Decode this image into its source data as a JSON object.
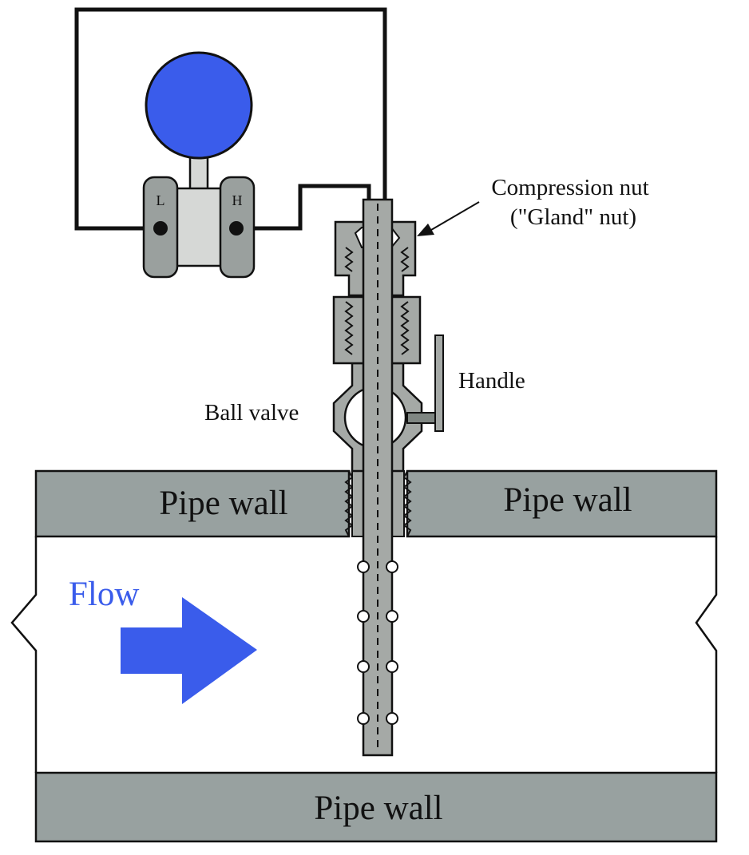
{
  "colors": {
    "wall": "#98A1A0",
    "probe": "#A5A9A6",
    "transmitter": "#9AA09E",
    "transmitter_body": "#D6D8D6",
    "diaphragm": "#3A5CEB",
    "flow": "#3A5CEB",
    "line": "#111111"
  },
  "transmitter": {
    "low_port": "L",
    "high_port": "H"
  },
  "labels": {
    "compression_nut_line1": "Compression nut",
    "compression_nut_line2": "(\"Gland\" nut)",
    "handle": "Handle",
    "ball_valve": "Ball valve",
    "pipe_wall_left": "Pipe wall",
    "pipe_wall_right": "Pipe wall",
    "pipe_wall_bottom": "Pipe wall",
    "flow": "Flow"
  }
}
